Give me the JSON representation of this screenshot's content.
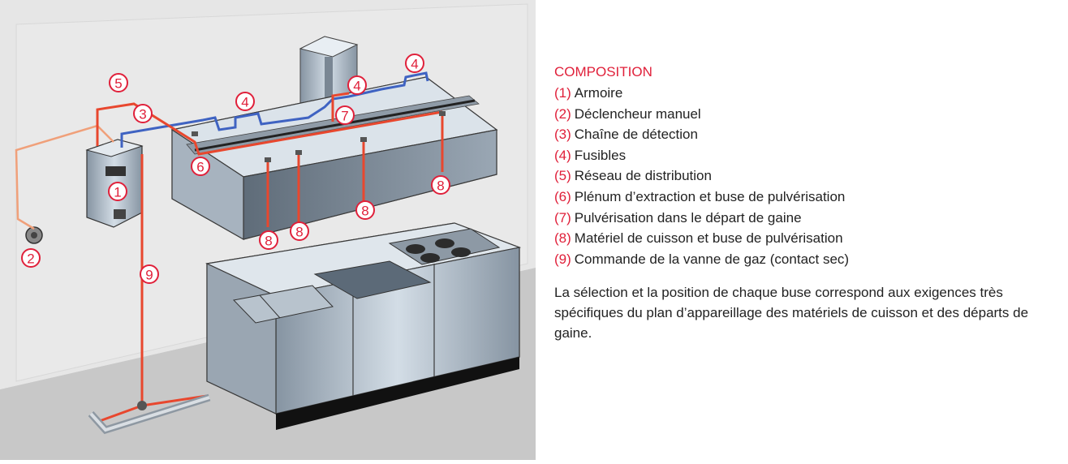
{
  "legend": {
    "title": "COMPOSITION",
    "items": [
      {
        "num": "(1)",
        "label": "Armoire"
      },
      {
        "num": "(2)",
        "label": "Déclencheur manuel"
      },
      {
        "num": "(3)",
        "label": "Chaîne de détection"
      },
      {
        "num": "(4)",
        "label": "Fusibles"
      },
      {
        "num": "(5)",
        "label": "Réseau de distribution"
      },
      {
        "num": "(6)",
        "label": "Plénum d’extraction et buse de pulvérisation"
      },
      {
        "num": "(7)",
        "label": "Pulvérisation dans le départ de gaine"
      },
      {
        "num": "(8)",
        "label": "Matériel de cuisson et buse de pulvérisation"
      },
      {
        "num": "(9)",
        "label": "Commande de la vanne de gaz (contact sec)"
      }
    ]
  },
  "note": "La sélection et la position de chaque buse correspond aux exigences très spécifiques du plan d’appareillage des matériels de cuisson et des départs de gaine.",
  "callouts": {
    "c1": "1",
    "c2": "2",
    "c3": "3",
    "c4a": "4",
    "c4b": "4",
    "c4c": "4",
    "c5": "5",
    "c6": "6",
    "c7": "7",
    "c8a": "8",
    "c8b": "8",
    "c8c": "8",
    "c8d": "8",
    "c9": "9"
  },
  "colors": {
    "accent_red": "#e0203a",
    "distribution_pipe": "#e8472e",
    "detection_line": "#3f63c2",
    "pull_cable": "#f0a07a"
  }
}
